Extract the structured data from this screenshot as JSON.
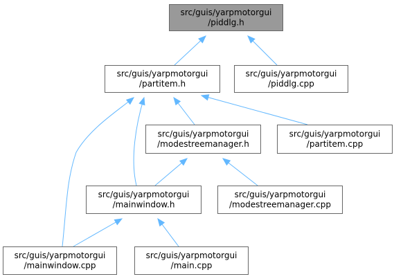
{
  "colors": {
    "edge": "#63b8ff",
    "node_border": "#666666",
    "node_fill": "#ffffff",
    "focus_fill": "#999999"
  },
  "nodes": [
    {
      "id": "piddlg_h",
      "lines": [
        "src/guis/yarpmotorgui",
        "/piddlg.h"
      ],
      "focus": true
    },
    {
      "id": "partitem_h",
      "lines": [
        "src/guis/yarpmotorgui",
        "/partitem.h"
      ],
      "focus": false
    },
    {
      "id": "piddlg_cpp",
      "lines": [
        "src/guis/yarpmotorgui",
        "/piddlg.cpp"
      ],
      "focus": false
    },
    {
      "id": "modestreemanager_h",
      "lines": [
        "src/guis/yarpmotorgui",
        "/modestreemanager.h"
      ],
      "focus": false
    },
    {
      "id": "partitem_cpp",
      "lines": [
        "src/guis/yarpmotorgui",
        "/partitem.cpp"
      ],
      "focus": false
    },
    {
      "id": "mainwindow_h",
      "lines": [
        "src/guis/yarpmotorgui",
        "/mainwindow.h"
      ],
      "focus": false
    },
    {
      "id": "modestreemanager_cpp",
      "lines": [
        "src/guis/yarpmotorgui",
        "/modestreemanager.cpp"
      ],
      "focus": false
    },
    {
      "id": "mainwindow_cpp",
      "lines": [
        "src/guis/yarpmotorgui",
        "/mainwindow.cpp"
      ],
      "focus": false
    },
    {
      "id": "main_cpp",
      "lines": [
        "src/guis/yarpmotorgui",
        "/main.cpp"
      ],
      "focus": false
    }
  ],
  "edges": [
    {
      "from": "partitem_h",
      "to": "piddlg_h"
    },
    {
      "from": "piddlg_cpp",
      "to": "piddlg_h"
    },
    {
      "from": "modestreemanager_h",
      "to": "partitem_h"
    },
    {
      "from": "partitem_cpp",
      "to": "partitem_h"
    },
    {
      "from": "mainwindow_h",
      "to": "partitem_h"
    },
    {
      "from": "mainwindow_cpp",
      "to": "partitem_h"
    },
    {
      "from": "mainwindow_h",
      "to": "modestreemanager_h"
    },
    {
      "from": "modestreemanager_cpp",
      "to": "modestreemanager_h"
    },
    {
      "from": "mainwindow_cpp",
      "to": "mainwindow_h"
    },
    {
      "from": "main_cpp",
      "to": "mainwindow_h"
    }
  ]
}
